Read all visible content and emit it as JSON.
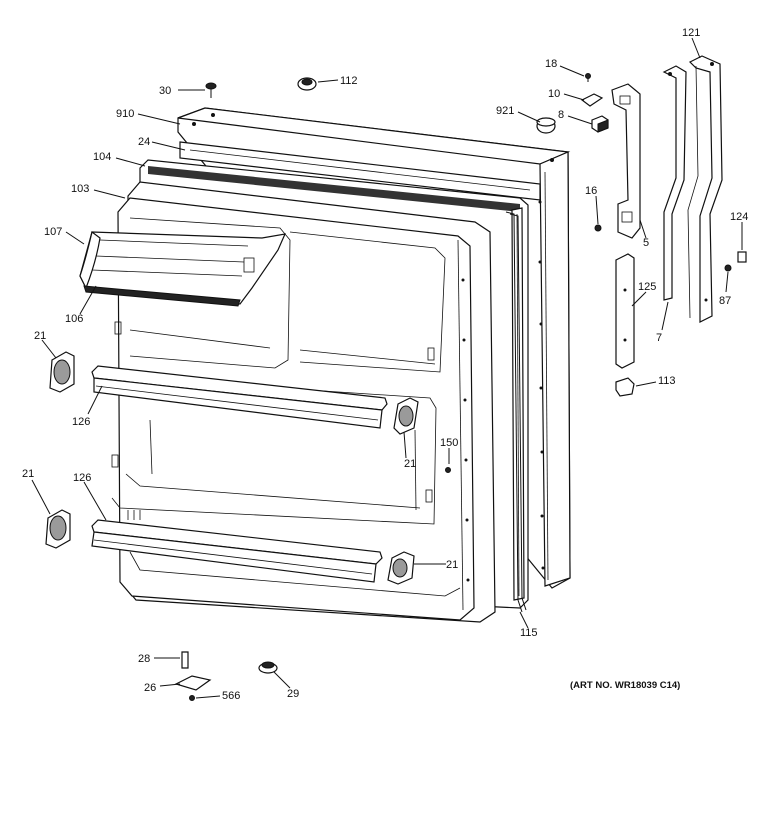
{
  "labels": {
    "p30": "30",
    "p112": "112",
    "p910": "910",
    "p24": "24",
    "p104": "104",
    "p103": "103",
    "p107": "107",
    "p106": "106",
    "p21a": "21",
    "p126a": "126",
    "p21b": "21",
    "p126b": "126",
    "p21c": "21",
    "p150": "150",
    "p21d": "21",
    "p18": "18",
    "p10": "10",
    "p921": "921",
    "p8": "8",
    "p121": "121",
    "p16": "16",
    "p5": "5",
    "p124": "124",
    "p125": "125",
    "p87": "87",
    "p7": "7",
    "p113": "113",
    "p115": "115",
    "p28": "28",
    "p26": "26",
    "p566": "566",
    "p29": "29"
  },
  "art_number": "(ART NO. WR18039 C14)"
}
